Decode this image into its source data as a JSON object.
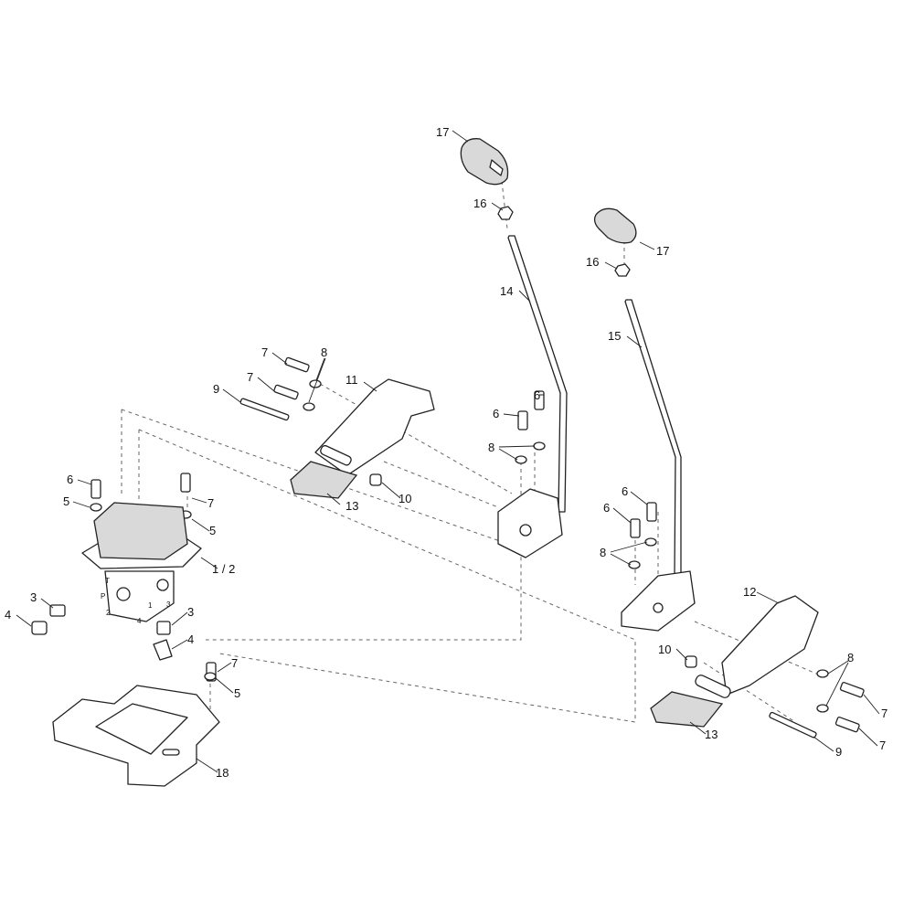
{
  "diagram": {
    "callouts": [
      "17",
      "16",
      "14",
      "17",
      "16",
      "15",
      "7",
      "8",
      "11",
      "7",
      "9",
      "6",
      "6",
      "8",
      "13",
      "10",
      "6",
      "5",
      "7",
      "5",
      "1 / 2",
      "3",
      "4",
      "3",
      "4",
      "7",
      "5",
      "6",
      "6",
      "8",
      "12",
      "10",
      "8",
      "7",
      "13",
      "9",
      "7",
      "18"
    ],
    "port_labels": [
      "T",
      "P",
      "1",
      "3",
      "2",
      "4"
    ],
    "colors": {
      "line": "#222222",
      "fill": "#ffffff",
      "shade": "#d9d9d9"
    }
  }
}
